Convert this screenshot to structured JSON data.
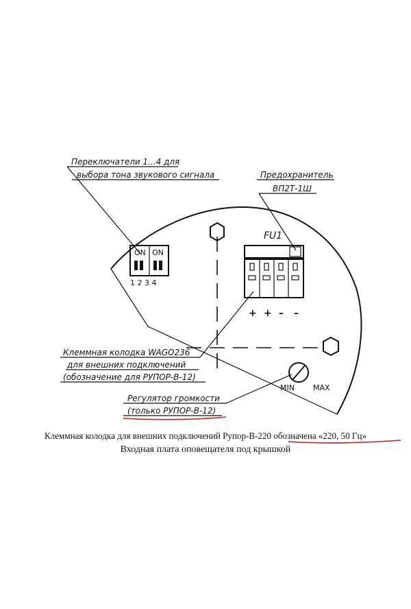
{
  "labels": {
    "switches_line1": "Переключатели 1...4 для",
    "switches_line2": "выбора тона звукового сигнала",
    "fuse_line1": "Предохранитель",
    "fuse_line2": "ВП2Т-1Ш",
    "fuse_ref": "FU1",
    "dip_on_1": "ON",
    "dip_on_2": "ON",
    "dip_numbers": "1 2 3 4",
    "terminal_line1": "Клеммная колодка WAGO236",
    "terminal_line2": "для внешних подключений",
    "terminal_line3": "(обозначение  для РУПОР-В-12)",
    "volume_line1": "Регулятор громкости",
    "volume_line2": "(только РУПОР-В-12)",
    "min": "MIN",
    "max": "MAX",
    "signs": [
      "+",
      "+",
      "–",
      "–"
    ]
  },
  "caption": {
    "line1": "Клеммная колодка для внешних подключений Рупор-В-220 обозначена «220, 50 Гц»",
    "line2": "Входная плата оповещателя под крышкой"
  },
  "colors": {
    "ink": "#111111",
    "highlight": "#d0141e"
  }
}
